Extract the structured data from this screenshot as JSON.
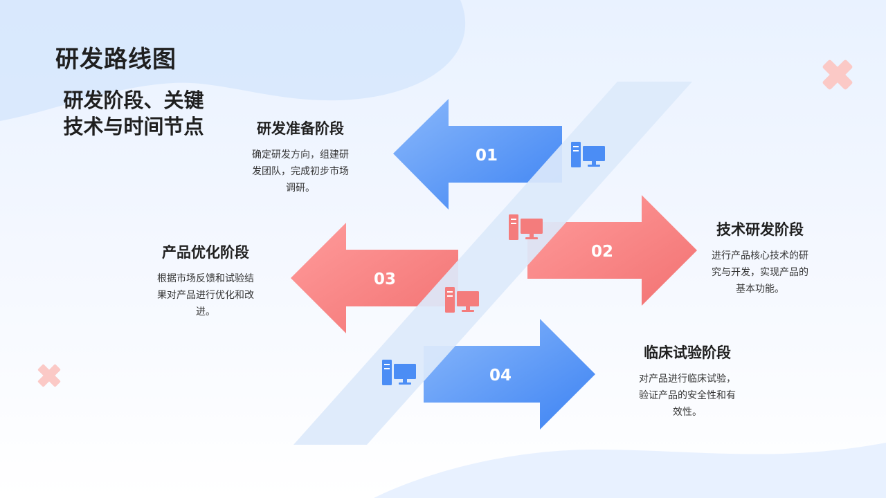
{
  "page_title": "研发路线图",
  "subtitle": "研发阶段、关键技术与时间节点",
  "stages": [
    {
      "num": "01",
      "title": "研发准备阶段",
      "desc": "确定研发方向，组建研发团队，完成初步市场调研。",
      "color": "#4b8df5"
    },
    {
      "num": "02",
      "title": "技术研发阶段",
      "desc": "进行产品核心技术的研究与开发，实现产品的基本功能。",
      "color": "#f47c7c"
    },
    {
      "num": "03",
      "title": "产品优化阶段",
      "desc": "根据市场反馈和试验结果对产品进行优化和改进。",
      "color": "#f47c7c"
    },
    {
      "num": "04",
      "title": "临床试验阶段",
      "desc": "对产品进行临床试验，验证产品的安全性和有效性。",
      "color": "#4b8df5"
    }
  ],
  "icons": [
    "computer-icon",
    "computer-icon",
    "computer-icon",
    "computer-icon"
  ],
  "colors": {
    "blue": "#4b8df5",
    "red": "#f47c7c",
    "band": "#dce9fb",
    "cross": "#fbc9c6"
  }
}
